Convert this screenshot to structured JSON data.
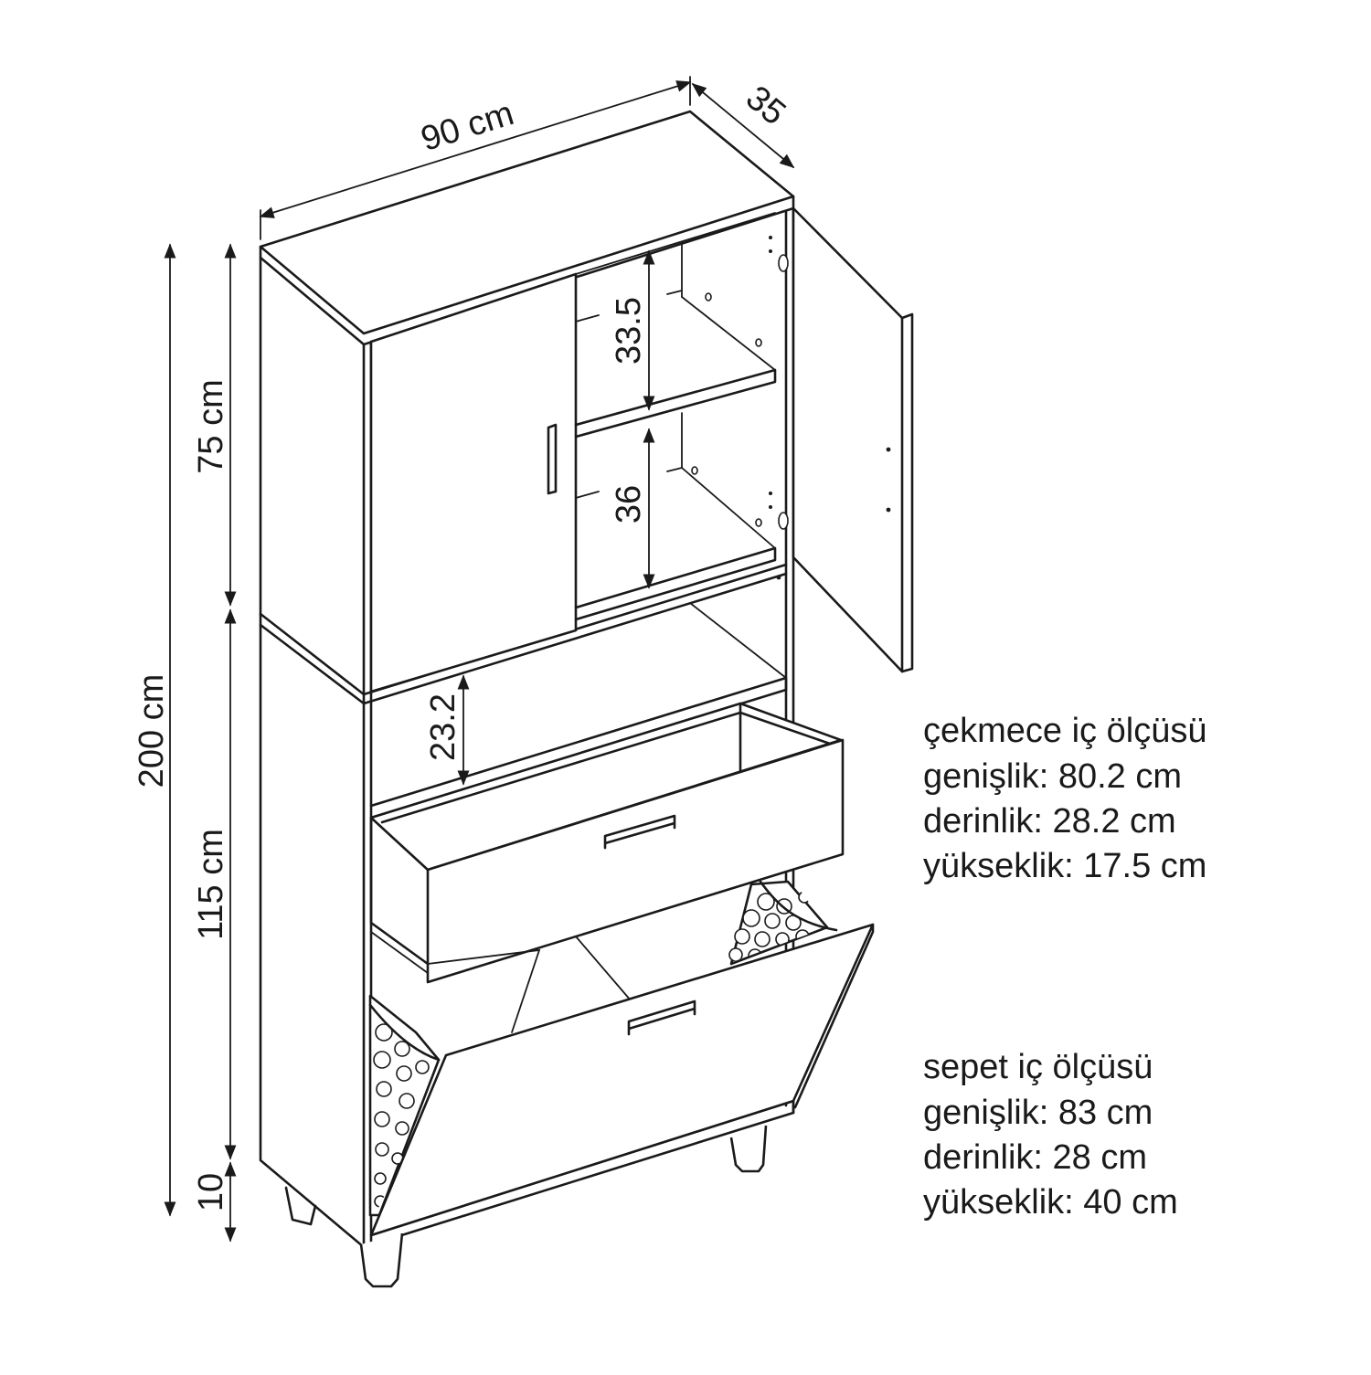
{
  "dimensions": {
    "width": "90 cm",
    "depth": "35",
    "total_height": "200 cm",
    "upper_height": "75 cm",
    "lower_height": "115 cm",
    "leg_height": "10",
    "shelf_upper": "33.5",
    "shelf_lower": "36",
    "open_shelf": "23.2"
  },
  "drawer_spec": {
    "title": "çekmece iç ölçüsü",
    "lines": [
      "genişlik: 80.2 cm",
      "derinlik: 28.2 cm",
      "yükseklik: 17.5 cm"
    ]
  },
  "basket_spec": {
    "title": "sepet iç ölçüsü",
    "lines": [
      "genişlik: 83 cm",
      "derinlik: 28 cm",
      "yükseklik: 40 cm"
    ]
  }
}
